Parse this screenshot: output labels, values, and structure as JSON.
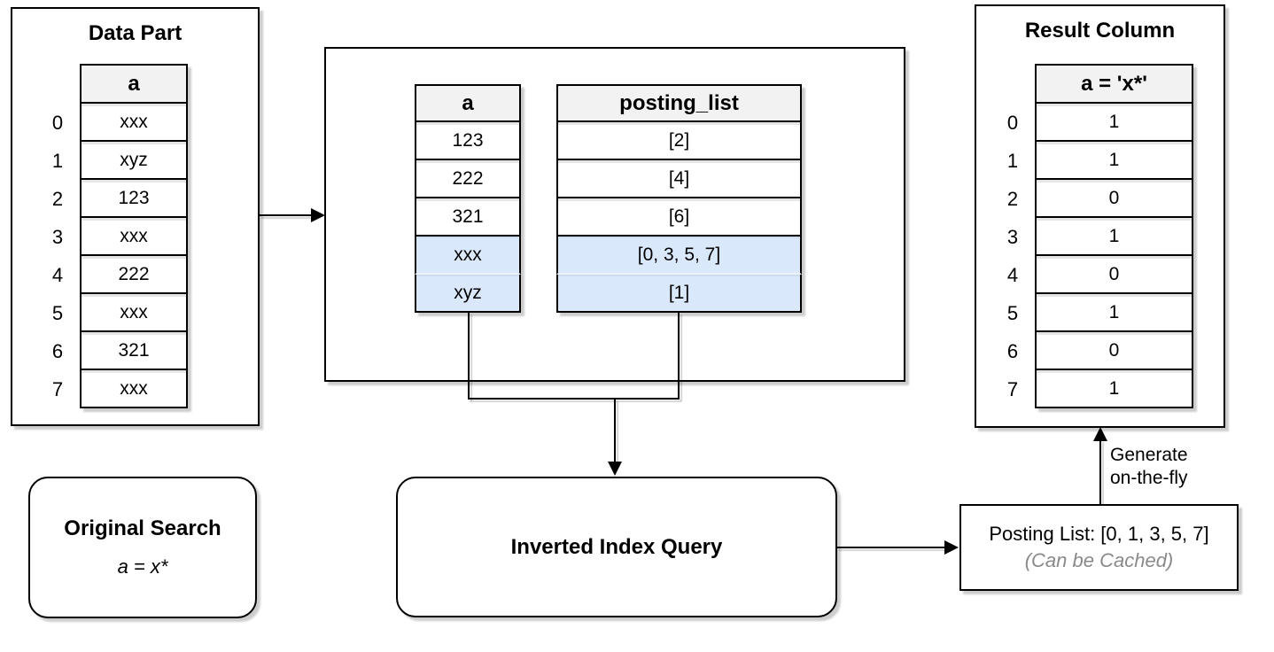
{
  "data_part": {
    "title": "Data Part",
    "header": "a",
    "indices": [
      "0",
      "1",
      "2",
      "3",
      "4",
      "5",
      "6",
      "7"
    ],
    "rows": [
      "xxx",
      "xyz",
      "123",
      "xxx",
      "222",
      "xxx",
      "321",
      "xxx"
    ]
  },
  "index_tables": {
    "a": {
      "header": "a",
      "rows": [
        "123",
        "222",
        "321",
        "xxx",
        "xyz"
      ]
    },
    "posting": {
      "header": "posting_list",
      "rows": [
        "[2]",
        "[4]",
        "[6]",
        "[0, 3, 5, 7]",
        "[1]"
      ]
    }
  },
  "result_column": {
    "title": "Result Column",
    "header": "a = 'x*'",
    "indices": [
      "0",
      "1",
      "2",
      "3",
      "4",
      "5",
      "6",
      "7"
    ],
    "rows": [
      "1",
      "1",
      "0",
      "1",
      "0",
      "1",
      "0",
      "1"
    ]
  },
  "original_search": {
    "title": "Original Search",
    "expression": "a = x*"
  },
  "query_box": {
    "label": "Inverted Index Query"
  },
  "posting_result": {
    "text": "Posting List: [0, 1, 3, 5, 7]",
    "note": "(Can be Cached)"
  },
  "annotations": {
    "generate_line1": "Generate",
    "generate_line2": "on-the-fly"
  },
  "colors": {
    "highlight_blue": "#dae8fc",
    "header_gray": "#f2f2f2",
    "border_black": "#000000",
    "muted_gray": "#8a8a8a"
  }
}
